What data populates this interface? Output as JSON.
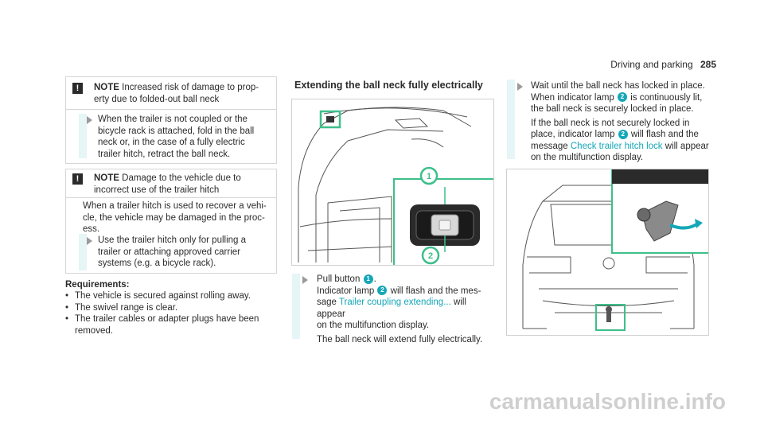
{
  "header": {
    "section": "Driving and parking",
    "page_number": "285"
  },
  "col1": {
    "note1": {
      "icon": "!",
      "label": "NOTE",
      "text": "Increased risk of damage to prop-erty due to folded-out ball neck",
      "action": "When the trailer is not coupled or the bicycle rack is attached, fold in the ball neck or, in the case of a fully electric trailer hitch, retract the ball neck."
    },
    "note2": {
      "icon": "!",
      "label": "NOTE",
      "text": "Damage to the vehicle due to incorrect use of the trailer hitch",
      "body": "When a trailer hitch is used to recover a vehi-cle, the vehicle may be damaged in the proc-ess.",
      "action": "Use the trailer hitch only for pulling a trailer or attaching approved carrier systems (e.g. a bicycle rack)."
    },
    "requirements": {
      "title": "Requirements:",
      "items": [
        "The vehicle is secured against rolling away.",
        "The swivel range is clear.",
        "The trailer cables or adapter plugs have been removed."
      ]
    }
  },
  "col2": {
    "title": "Extending the ball neck fully electrically",
    "figure": {
      "callout1": "1",
      "callout2": "2"
    },
    "step": {
      "line1_a": "Pull button",
      "line1_num": "1",
      "line1_b": ".",
      "line2_a": "Indicator lamp",
      "line2_num": "2",
      "line2_b": "will flash and the mes-",
      "line3_a": "sage",
      "line3_msg": "Trailer coupling extending...",
      "line3_b": "will appear",
      "line4": "on the multifunction display.",
      "line5": "The ball neck will extend fully electrically."
    }
  },
  "col3": {
    "step": {
      "line1": "Wait until the ball neck has locked in place.",
      "line2_a": "When indicator lamp",
      "line2_num": "2",
      "line2_b": "is continuously lit,",
      "line3": "the ball neck is securely locked in place.",
      "line4": "If the ball neck is not securely locked in",
      "line5_a": "place, indicator lamp",
      "line5_num": "2",
      "line5_b": "will flash and the",
      "line6_a": "message",
      "line6_msg": "Check trailer hitch lock",
      "line6_b": "will appear",
      "line7": "on the multifunction display."
    }
  },
  "colors": {
    "accent": "#14a7b8",
    "tint": "#e6f5f6",
    "highlight": "#3dbf8a"
  },
  "footer": {
    "watermark": "carmanualsonline.info"
  }
}
